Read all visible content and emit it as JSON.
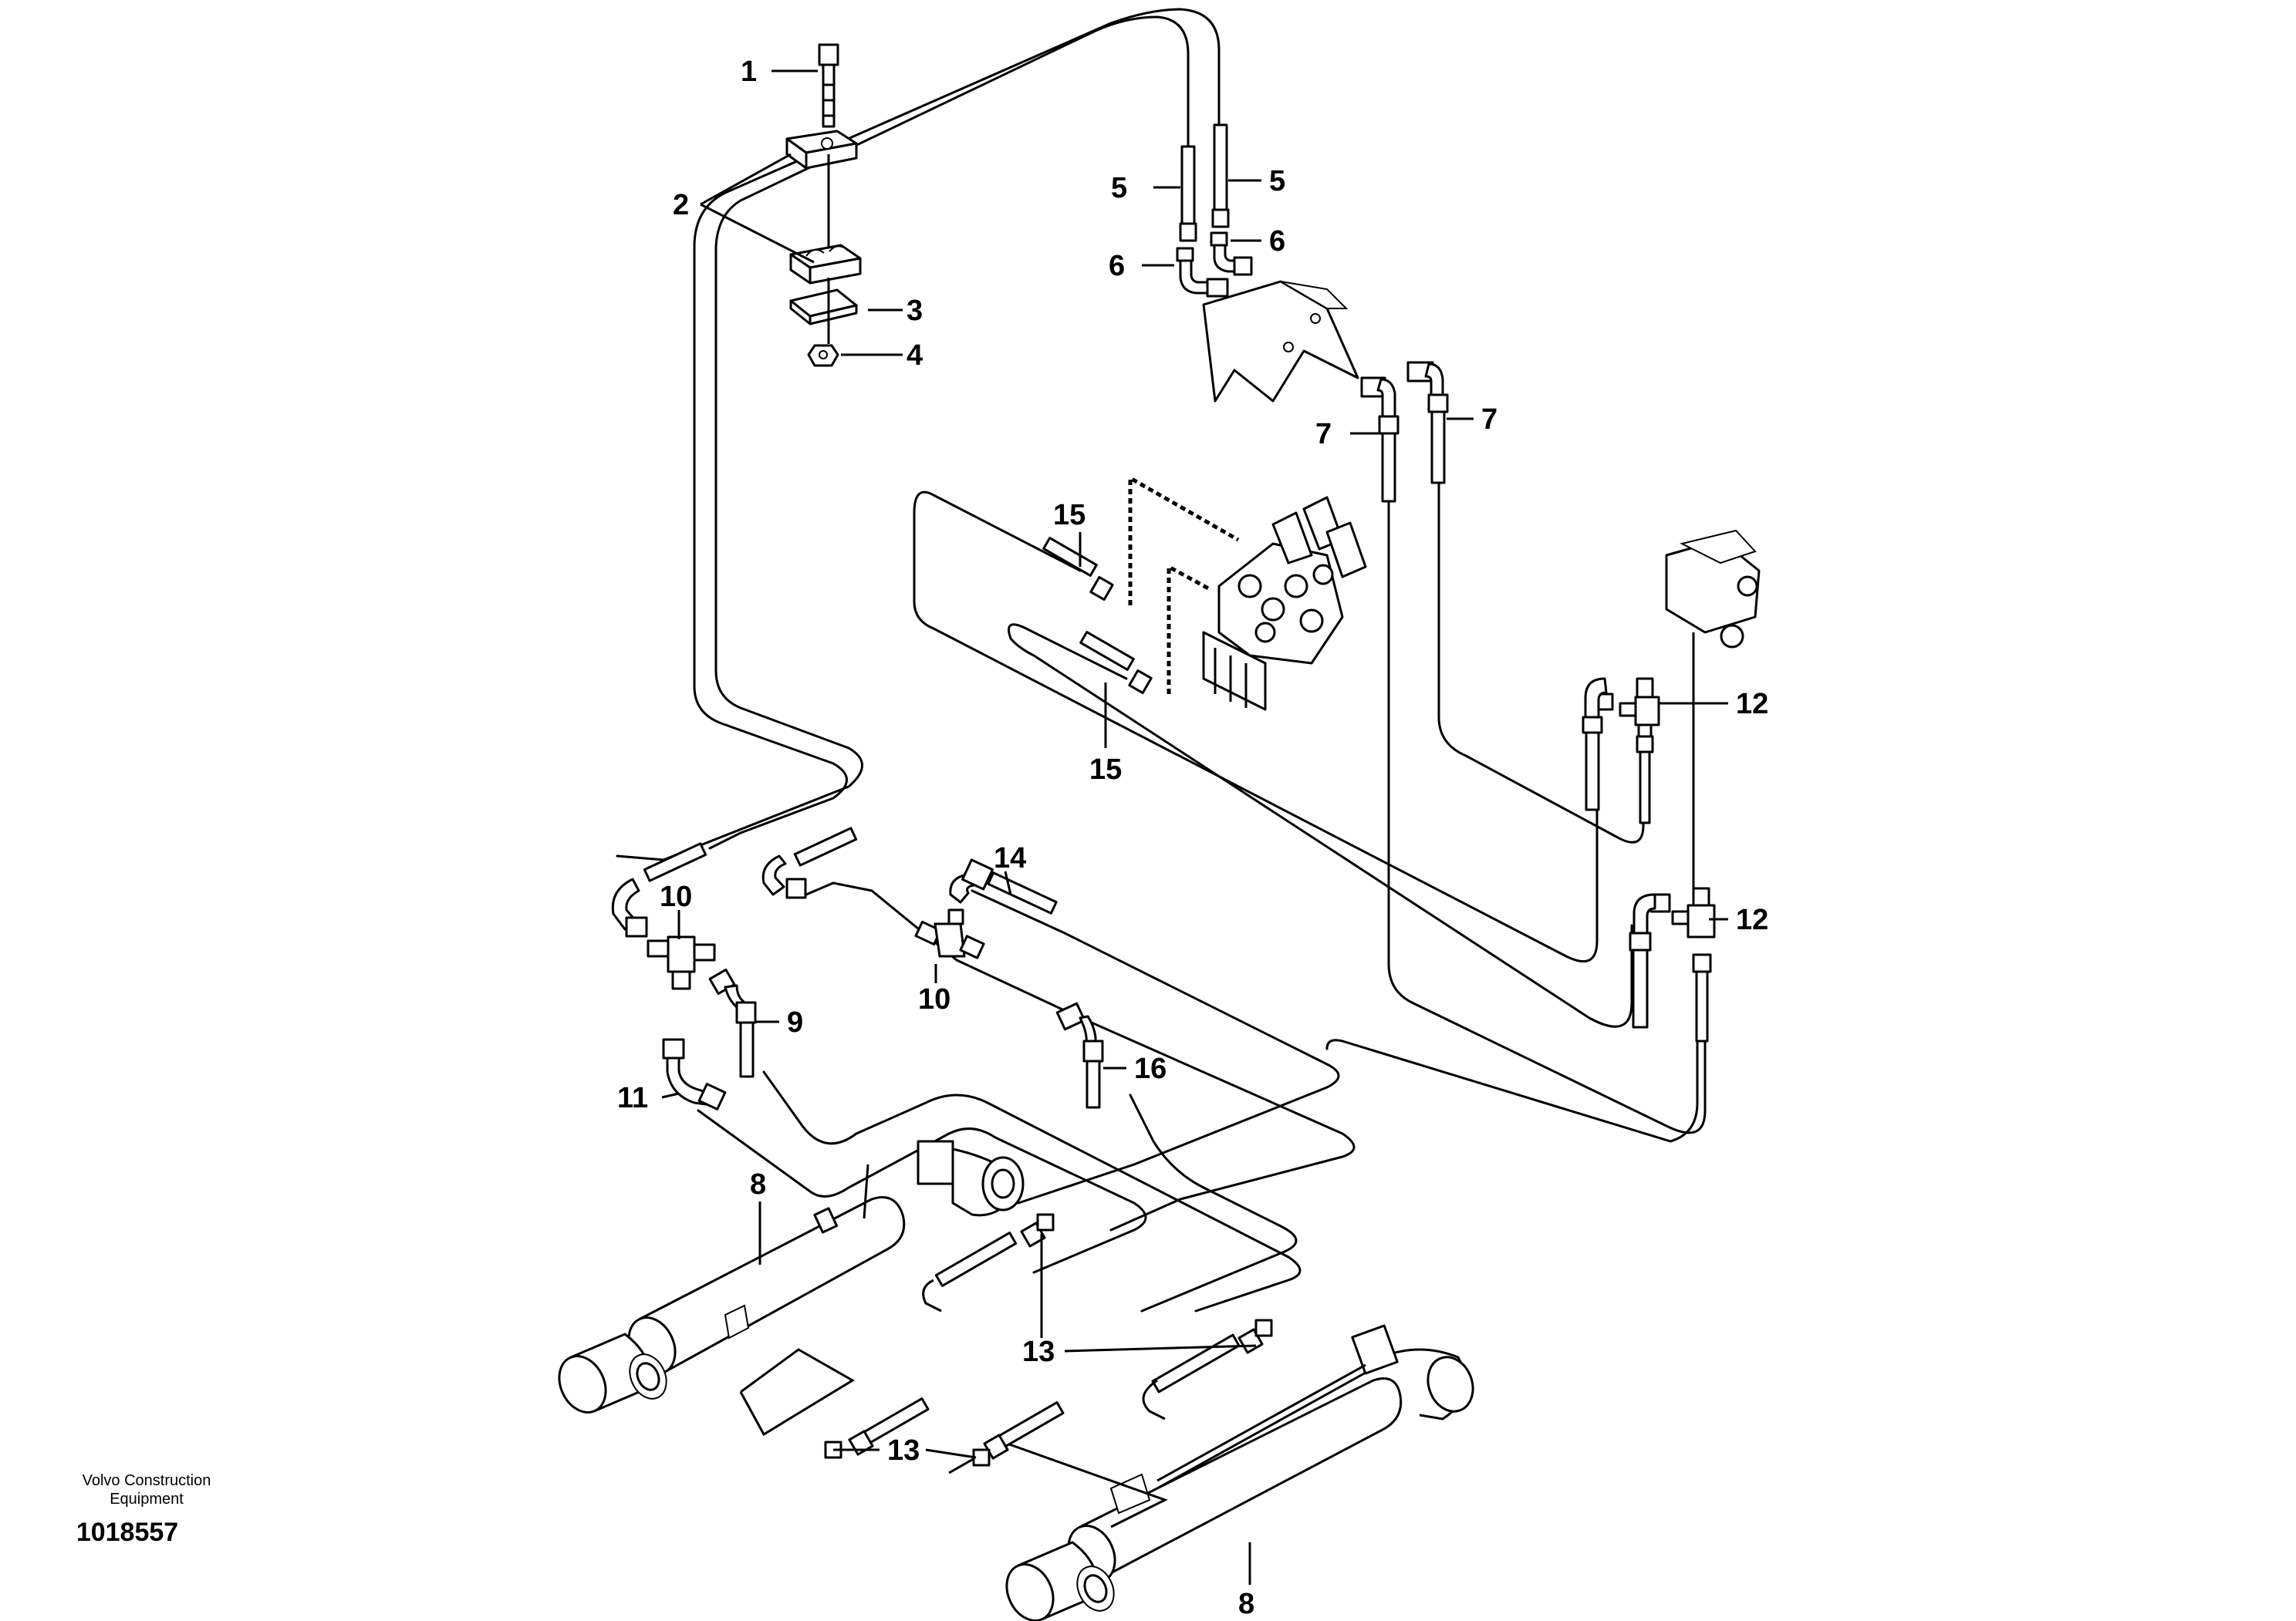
{
  "callouts": {
    "c1": "1",
    "c2": "2",
    "c3": "3",
    "c4": "4",
    "c5a": "5",
    "c5b": "5",
    "c6a": "6",
    "c6b": "6",
    "c7a": "7",
    "c7b": "7",
    "c8a": "8",
    "c8b": "8",
    "c9": "9",
    "c10a": "10",
    "c10b": "10",
    "c11": "11",
    "c12a": "12",
    "c12b": "12",
    "c13a": "13",
    "c13b": "13",
    "c14": "14",
    "c15a": "15",
    "c15b": "15",
    "c16": "16"
  },
  "footer": {
    "credit_line1": "Volvo Construction",
    "credit_line2": "Equipment",
    "drawing_number": "1018557"
  }
}
